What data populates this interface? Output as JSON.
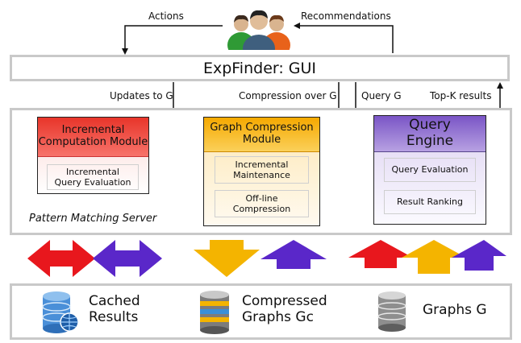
{
  "top": {
    "actions": "Actions",
    "recommendations": "Recommendations"
  },
  "gui": {
    "title": "ExpFinder: GUI"
  },
  "edges": {
    "updates": "Updates to G",
    "compression": "Compression over G",
    "query": "Query G",
    "topk": "Top-K results"
  },
  "server": {
    "label": "Pattern Matching Server",
    "modules": {
      "incremental": {
        "title_line1": "Incremental",
        "title_line2": "Computation Module",
        "sub1_line1": "Incremental",
        "sub1_line2": "Query Evaluation"
      },
      "compression": {
        "title_line1": "Graph Compression",
        "title_line2": "Module",
        "sub1_line1": "Incremental",
        "sub1_line2": "Maintenance",
        "sub2_line1": "Off-line",
        "sub2_line2": "Compression"
      },
      "query": {
        "title_line1": "Query",
        "title_line2": "Engine",
        "sub1": "Query Evaluation",
        "sub2": "Result Ranking"
      }
    }
  },
  "storage": {
    "cached_line1": "Cached",
    "cached_line2": "Results",
    "compressed_line1": "Compressed",
    "compressed_line2": "Graphs Gc",
    "graphs": "Graphs G"
  },
  "colors": {
    "red": "#e8171d",
    "purple": "#5a27c9",
    "yellow": "#f4b400",
    "incremental_head": "#ef4a3c",
    "compression_head": "#f7b820",
    "query_head": "#8f6fd0"
  },
  "icons": [
    "users-icon",
    "database-globe-icon",
    "database-layered-icon",
    "database-icon"
  ]
}
